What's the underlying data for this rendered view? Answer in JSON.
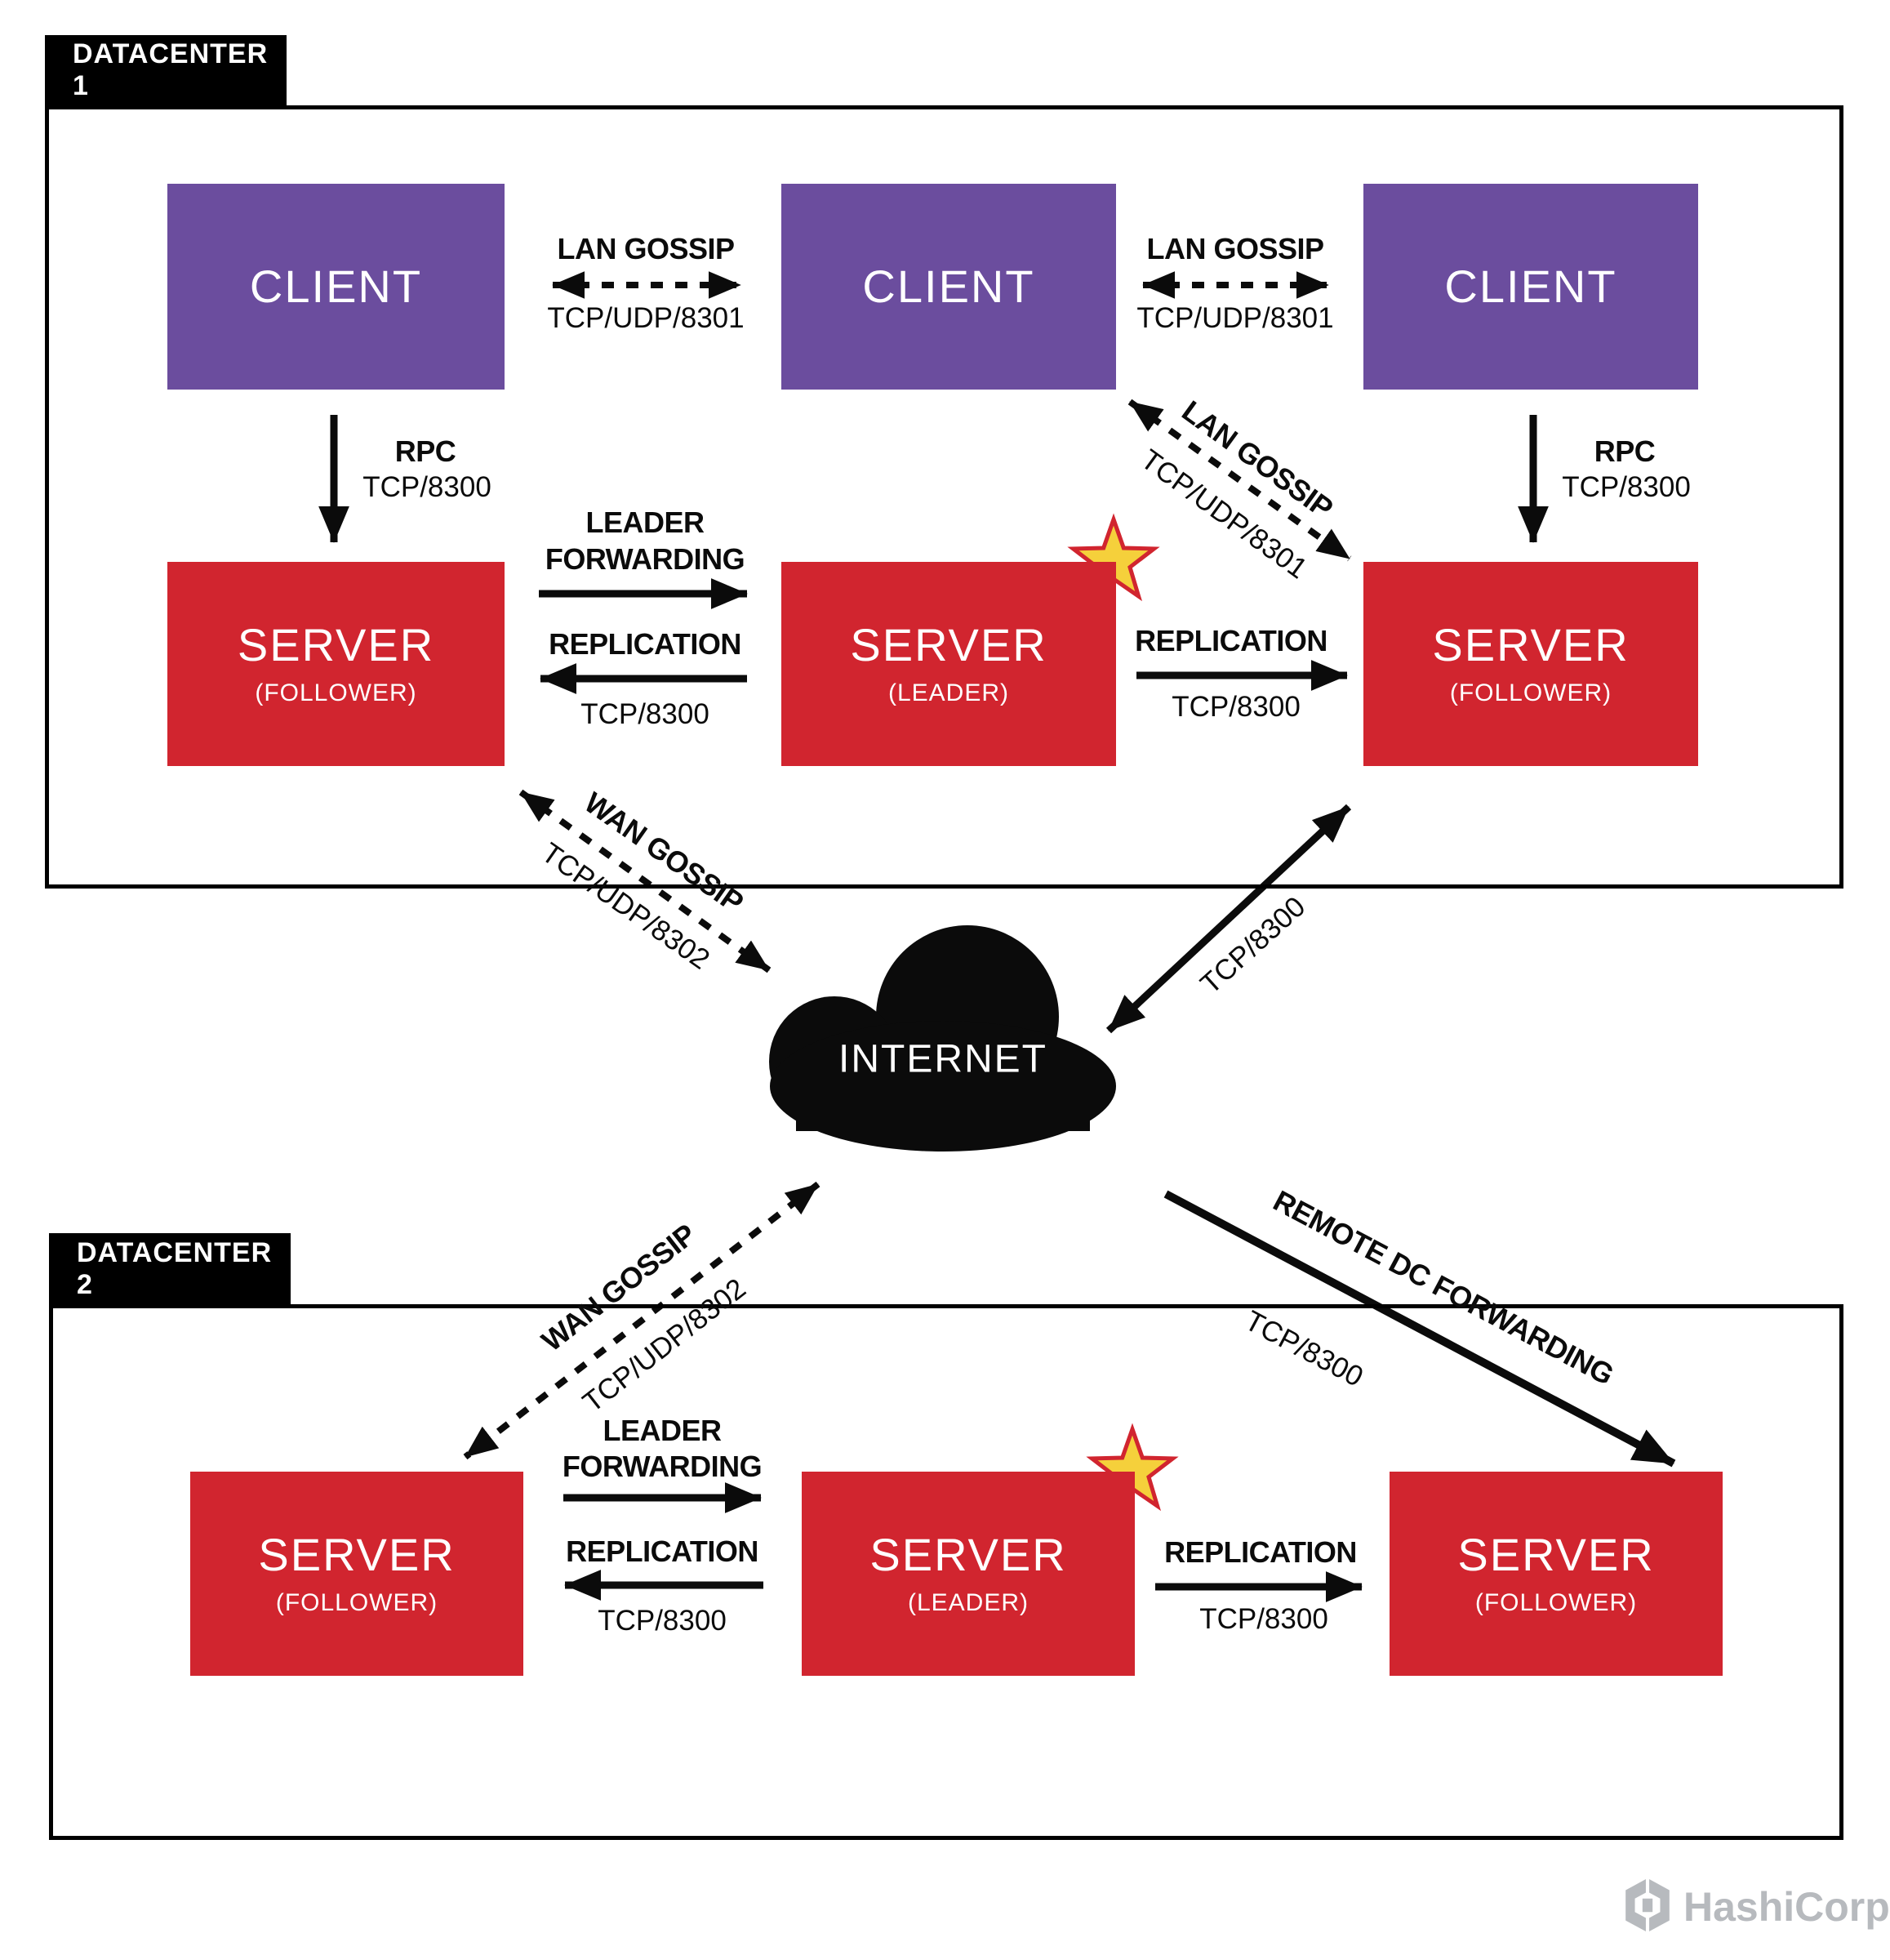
{
  "colors": {
    "client_purple": "#6b4d9e",
    "server_red": "#d1252f",
    "ink_black": "#000000",
    "star_yellow": "#f5d03b",
    "logo_gray": "#b7babe"
  },
  "datacenter1": {
    "label": "DATACENTER 1",
    "clients": [
      {
        "label": "CLIENT"
      },
      {
        "label": "CLIENT"
      },
      {
        "label": "CLIENT"
      }
    ],
    "servers": [
      {
        "label": "SERVER",
        "role": "(FOLLOWER)"
      },
      {
        "label": "SERVER",
        "role": "(LEADER)"
      },
      {
        "label": "SERVER",
        "role": "(FOLLOWER)"
      }
    ]
  },
  "datacenter2": {
    "label": "DATACENTER 2",
    "servers": [
      {
        "label": "SERVER",
        "role": "(FOLLOWER)"
      },
      {
        "label": "SERVER",
        "role": "(LEADER)"
      },
      {
        "label": "SERVER",
        "role": "(FOLLOWER)"
      }
    ]
  },
  "internet": {
    "label": "INTERNET"
  },
  "connections": {
    "lan_gossip": {
      "title": "LAN GOSSIP",
      "port": "TCP/UDP/8301"
    },
    "rpc": {
      "title": "RPC",
      "port": "TCP/8300"
    },
    "leader_forwarding": {
      "line1": "LEADER",
      "line2": "FORWARDING"
    },
    "replication": {
      "title": "REPLICATION",
      "port": "TCP/8300"
    },
    "wan_gossip": {
      "title": "WAN GOSSIP",
      "port": "TCP/UDP/8302"
    },
    "internet_link": {
      "port": "TCP/8300"
    },
    "remote_dc_forwarding": {
      "title": "REMOTE DC FORWARDING",
      "port": "TCP/8300"
    }
  },
  "footer": {
    "brand": "HashiCorp"
  }
}
